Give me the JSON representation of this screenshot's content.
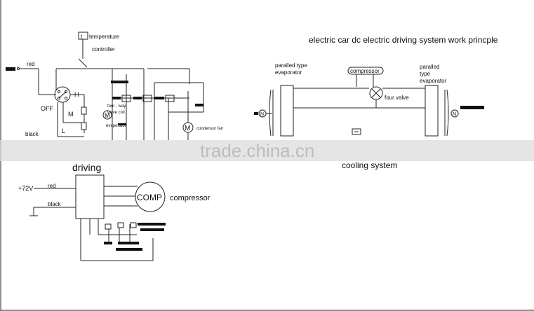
{
  "title": "electric car dc electric driving system work princple",
  "left_circuit": {
    "temperature": "temperature",
    "controller": "controller",
    "red": "red",
    "black": "black",
    "off": "OFF",
    "h": "H",
    "m": "M",
    "l": "L",
    "four_way_line1": "four - way",
    "four_way_line2": "valve coil",
    "evaporator_small": "evaporator",
    "motor_symbol": "M",
    "condensor_fan": "condensor fan"
  },
  "cooling_system": {
    "paralled_left_line1": "paralled type",
    "paralled_left_line2": "evaporator",
    "compressor": "compressor",
    "four_valve": "four valve",
    "paralled_right_line1": "paralled",
    "paralled_right_line2": "type",
    "paralled_right_line3": "evaporator",
    "fan_symbol": "N",
    "caption": "cooling system"
  },
  "driving_circuit": {
    "driving": "driving",
    "voltage": "+72V",
    "red": "red",
    "black": "black",
    "comp": "COMP",
    "compressor": "compressor"
  },
  "watermark": "trade.china.cn",
  "colors": {
    "line": "#222222",
    "ink": "#111111",
    "watermark": "#bdbdbd"
  }
}
